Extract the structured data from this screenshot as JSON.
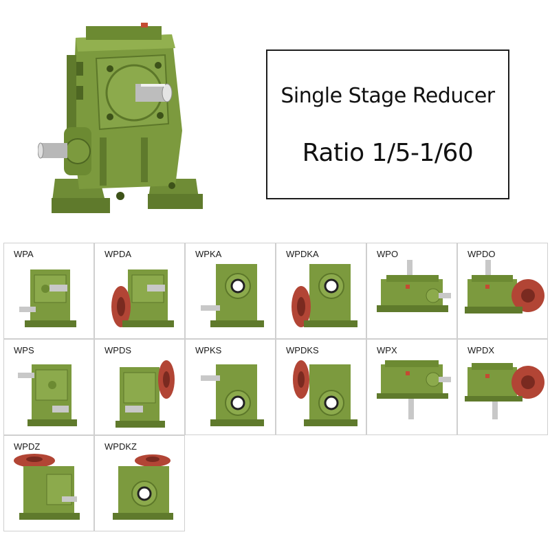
{
  "heading": {
    "line1": "Single Stage Reducer",
    "line2": "Ratio 1/5-1/60"
  },
  "colors": {
    "body_green": "#7c9a3e",
    "dark_green": "#55702a",
    "flange_red": "#b24535",
    "shaft_silver": "#c8c8c8"
  },
  "models": [
    {
      "label": "WPA",
      "variant": "upright"
    },
    {
      "label": "WPDA",
      "variant": "upright-flange"
    },
    {
      "label": "WPKA",
      "variant": "upright-bore"
    },
    {
      "label": "WPDKA",
      "variant": "upright-bore-flange"
    },
    {
      "label": "WPO",
      "variant": "horizontal-up"
    },
    {
      "label": "WPDO",
      "variant": "horizontal-flange"
    },
    {
      "label": "WPS",
      "variant": "upright"
    },
    {
      "label": "WPDS",
      "variant": "upright-flange-right"
    },
    {
      "label": "WPKS",
      "variant": "upright-bore"
    },
    {
      "label": "WPDKS",
      "variant": "upright-bore-flange"
    },
    {
      "label": "WPX",
      "variant": "horizontal-down"
    },
    {
      "label": "WPDX",
      "variant": "horizontal-down-flange"
    },
    {
      "label": "WPDZ",
      "variant": "vertical-top-flange"
    },
    {
      "label": "WPDKZ",
      "variant": "vertical-top-flange-bore"
    }
  ]
}
